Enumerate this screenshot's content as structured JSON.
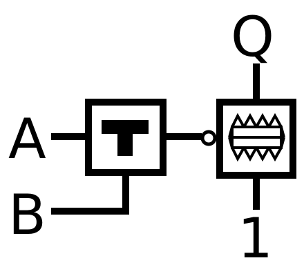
{
  "labels": {
    "input_a": "A",
    "input_b": "B",
    "output_q": "Q",
    "constant_input": "1"
  },
  "colors": {
    "stroke": "#000000",
    "fill": "#ffffff"
  },
  "icons": {
    "gate_symbol": "t-shape-icon",
    "buffer_symbol": "zigzag-bar-icon",
    "inversion_marker": "inversion-bubble-icon"
  }
}
